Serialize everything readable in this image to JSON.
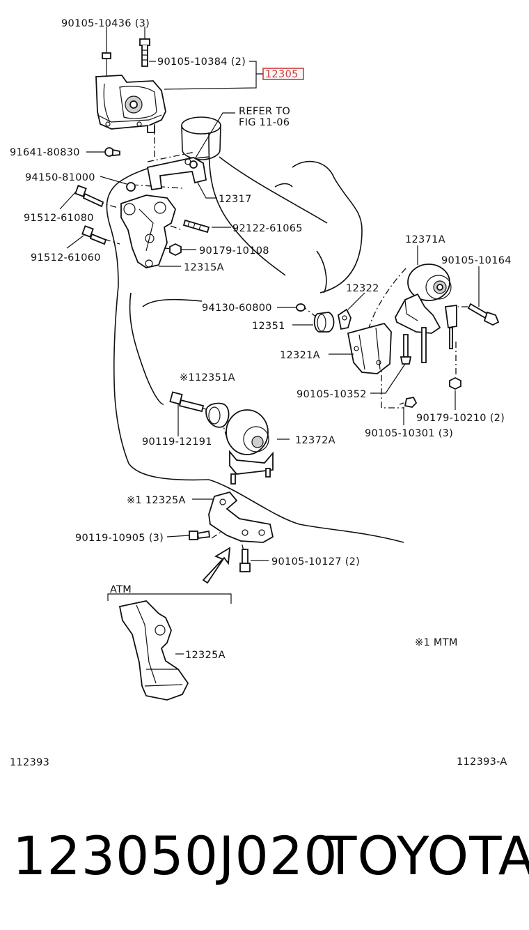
{
  "labels": {
    "l_90105_10436": "90105-10436 (3)",
    "l_90105_10384": "90105-10384 (2)",
    "l_12305": "12305",
    "l_refer_1": "REFER TO",
    "l_refer_2": "FIG 11-06",
    "l_91641_80830": "91641-80830",
    "l_94150_81000": "94150-81000",
    "l_91512_61080": "91512-61080",
    "l_12317": "12317",
    "l_92122_61065": "92122-61065",
    "l_91512_61060": "91512-61060",
    "l_90179_10108": "90179-10108",
    "l_12315A": "12315A",
    "l_12371A": "12371A",
    "l_90105_10164": "90105-10164",
    "l_12322": "12322",
    "l_94130_60800": "94130-60800",
    "l_12351": "12351",
    "l_12321A": "12321A",
    "l_112351A": "※112351A",
    "l_90105_10352": "90105-10352",
    "l_90179_10210": "90179-10210 (2)",
    "l_90105_10301": "90105-10301 (3)",
    "l_90119_12191": "90119-12191",
    "l_12372A": "12372A",
    "l_112325A": "※1 12325A",
    "l_90119_10905": "90119-10905 (3)",
    "l_90105_10127": "90105-10127 (2)",
    "l_atm": "ATM",
    "l_12325A_atm": "12325A",
    "l_mtm": "※1 MTM",
    "l_fig_left": "112393",
    "l_fig_right": "112393-A"
  },
  "part_number": "123050J020",
  "brand": "TOYOTA",
  "colors": {
    "highlight": "#d23b3b",
    "ink": "#111111",
    "shade": "#cfcfcf"
  }
}
